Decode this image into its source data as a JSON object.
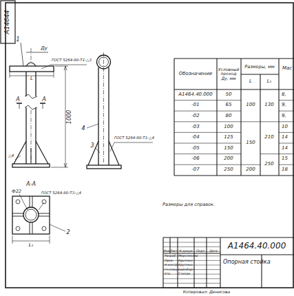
{
  "diagram": {
    "title": "Опорная стойка",
    "labels": [
      "А14644",
      "1",
      "Ду",
      "L",
      "ГОСТ 5264-80-Т1-△3",
      "1000",
      "А",
      "А",
      "△4",
      "4",
      "3",
      "ГОСТ 5264-80-Т1-△4",
      "А-А",
      "Ф22",
      "ГОСТ 5264-80-Т3-△4",
      "2",
      "L₁",
      "Обозначение",
      "Условный проход Ду, мм",
      "Размеры, мм",
      "L",
      "L₁",
      "Мас",
      "А1464.40.000",
      "-01",
      "-02",
      "-03",
      "-04",
      "-05",
      "-06",
      "-07",
      "50",
      "65",
      "80",
      "100",
      "125",
      "150",
      "200",
      "250",
      "100",
      "150",
      "200",
      "130",
      "210",
      "250",
      "8,",
      "9,",
      "9,",
      "10",
      "14",
      "14",
      "15",
      "18",
      "Размеры для справок.",
      "Изм",
      "Лист",
      "N докум",
      "Подп",
      "Дата",
      "Разраб.",
      "Мерзлякова",
      "Пров.",
      "Крупных",
      "Н.контр.",
      "Крупных",
      "Гл.спец.",
      "Байнберг",
      "Утв.",
      "Стипак",
      "А1464.40.000",
      "Копировал: Денисова"
    ]
  }
}
